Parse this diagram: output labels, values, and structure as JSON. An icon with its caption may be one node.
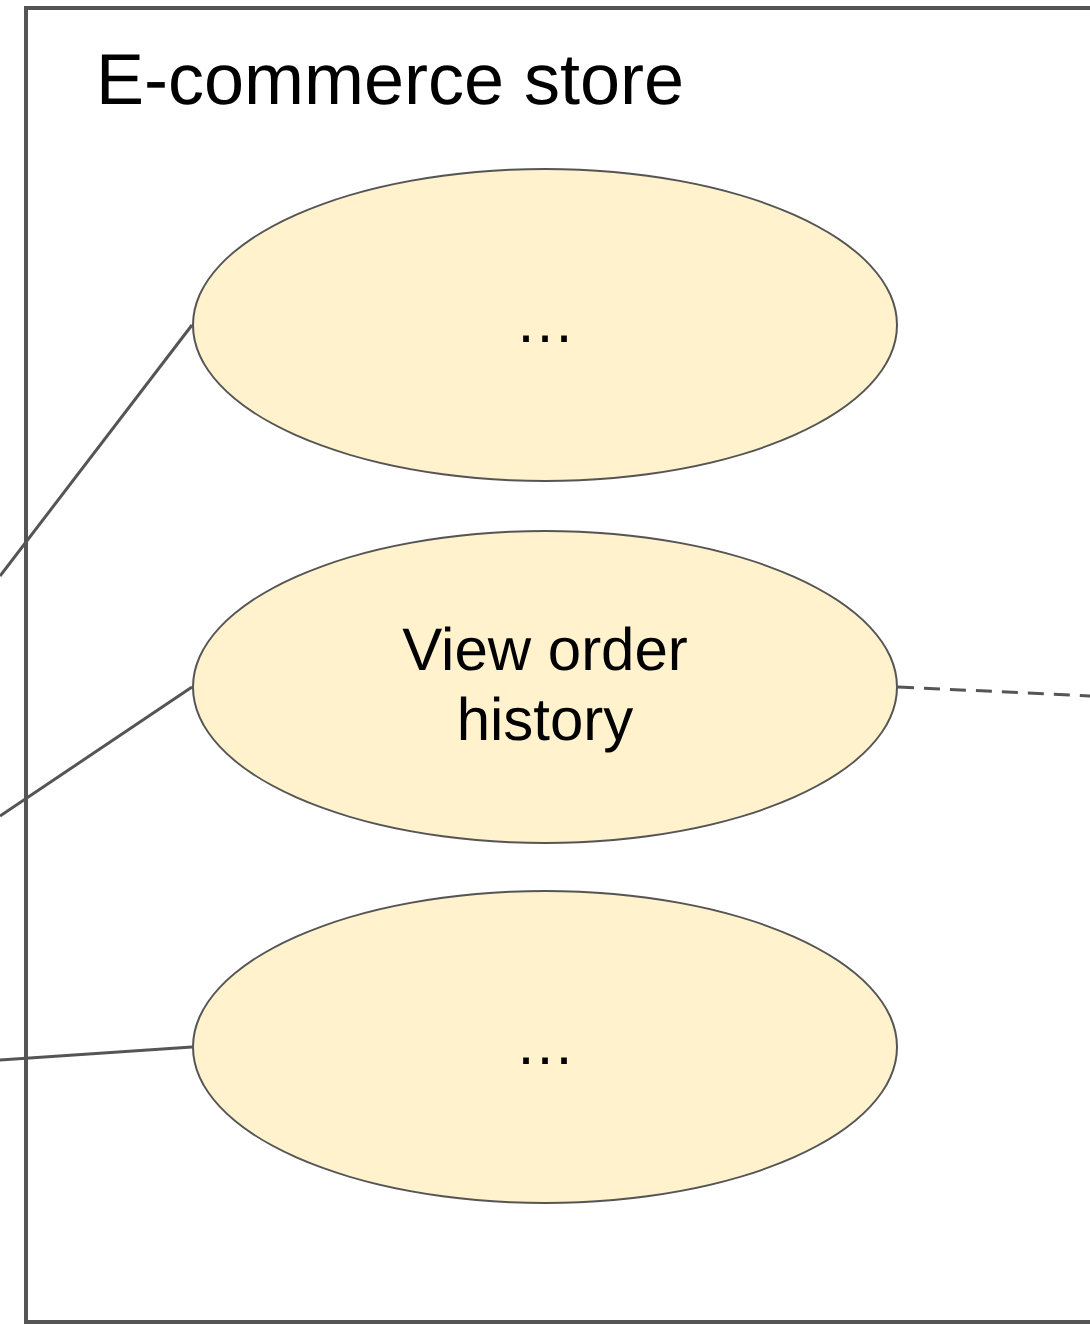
{
  "diagram": {
    "nodes": [
      {
        "text": [
          "E-commerce store"
        ]
      },
      {
        "text": [
          "…"
        ],
        "in": 0
      },
      {
        "text": [
          "View order history"
        ],
        "in": 0
      },
      {
        "text": [
          "…"
        ],
        "in": 0
      }
    ],
    "edges": [
      {
        "from": null,
        "to": 1,
        "arrow": "none"
      },
      {
        "from": null,
        "to": 2,
        "arrow": "none"
      },
      {
        "from": null,
        "to": 3,
        "arrow": "none"
      },
      {
        "from": 2,
        "to": null,
        "arrow": "none",
        "style": "dashed"
      }
    ]
  }
}
